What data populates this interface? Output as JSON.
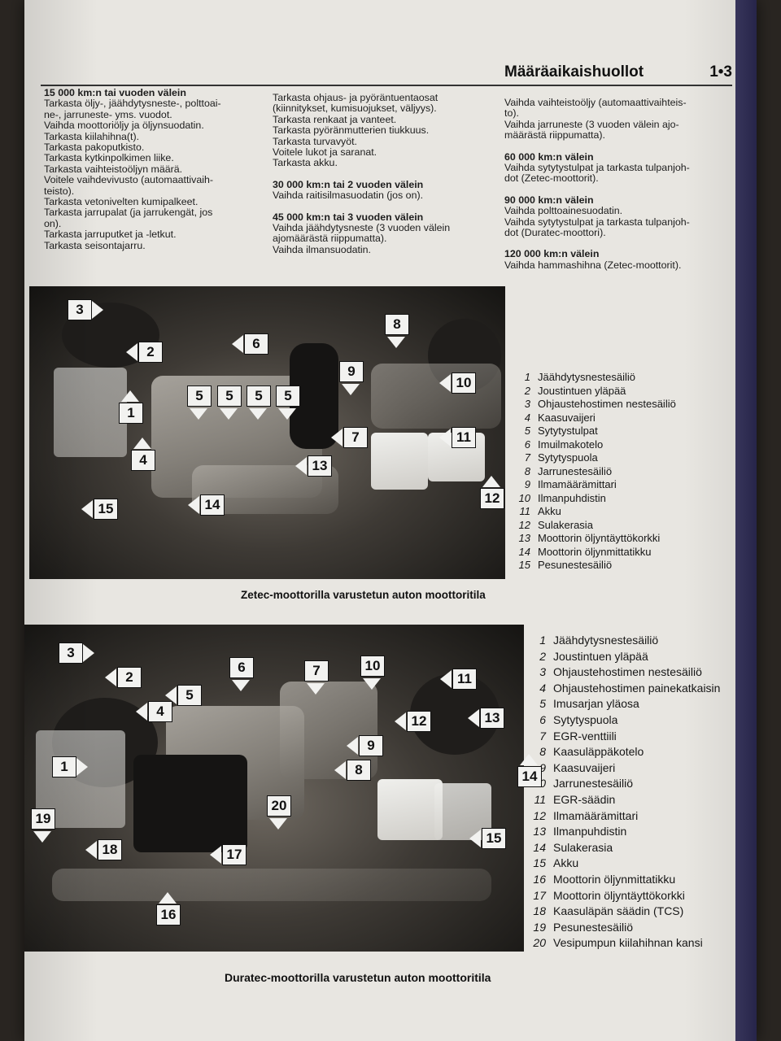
{
  "header": {
    "title": "Määräaikaishuollot",
    "page": "1•3"
  },
  "column1": [
    {
      "text": "15 000 km:n tai vuoden välein",
      "heading": true
    },
    {
      "text": "Tarkasta öljy-, jäähdytysneste-, polttoai-"
    },
    {
      "text": "ne-, jarruneste- yms. vuodot."
    },
    {
      "text": "Vaihda moottoriöljy ja öljynsuodatin."
    },
    {
      "text": "Tarkasta kiilahihna(t)."
    },
    {
      "text": "Tarkasta pakoputkisto."
    },
    {
      "text": "Tarkasta kytkinpolkimen liike."
    },
    {
      "text": "Tarkasta vaihteistoöljyn määrä."
    },
    {
      "text": "Voitele vaihdevivusto (automaattivaih-"
    },
    {
      "text": "teisto)."
    },
    {
      "text": "Tarkasta vetonivelten kumipalkeet."
    },
    {
      "text": "Tarkasta jarrupalat (ja jarrukengät, jos"
    },
    {
      "text": "on)."
    },
    {
      "text": "Tarkasta jarruputket ja -letkut."
    },
    {
      "text": "Tarkasta seisontajarru."
    }
  ],
  "column2": [
    {
      "text": "Tarkasta ohjaus- ja pyöräntuentaosat"
    },
    {
      "text": "(kiinnitykset, kumisuojukset, väljyys)."
    },
    {
      "text": "Tarkasta renkaat ja vanteet."
    },
    {
      "text": "Tarkasta pyöränmutterien tiukkuus."
    },
    {
      "text": "Tarkasta turvavyöt."
    },
    {
      "text": "Voitele lukot ja saranat."
    },
    {
      "text": "Tarkasta akku."
    },
    {
      "text": "",
      "gap": true
    },
    {
      "text": "30 000 km:n tai 2 vuoden välein",
      "heading": true
    },
    {
      "text": "Vaihda raitisilmasuodatin (jos on)."
    },
    {
      "text": "",
      "gap": true
    },
    {
      "text": "45 000 km:n tai 3 vuoden välein",
      "heading": true
    },
    {
      "text": "Vaihda jäähdytysneste (3 vuoden välein"
    },
    {
      "text": "ajomäärästä riippumatta)."
    },
    {
      "text": "Vaihda ilmansuodatin."
    }
  ],
  "column3": [
    {
      "text": "Vaihda vaihteistoöljy (automaattivaihteis-"
    },
    {
      "text": "to)."
    },
    {
      "text": "Vaihda jarruneste (3 vuoden välein ajo-"
    },
    {
      "text": "määrästä riippumatta)."
    },
    {
      "text": "",
      "gap": true
    },
    {
      "text": "60 000 km:n välein",
      "heading": true
    },
    {
      "text": "Vaihda sytytystulpat ja tarkasta tulpanjoh-"
    },
    {
      "text": "dot (Zetec-moottorit)."
    },
    {
      "text": "",
      "gap": true
    },
    {
      "text": "90 000 km:n välein",
      "heading": true
    },
    {
      "text": "Vaihda polttoainesuodatin."
    },
    {
      "text": "Vaihda sytytystulpat ja tarkasta tulpanjoh-"
    },
    {
      "text": "dot (Duratec-moottori)."
    },
    {
      "text": "",
      "gap": true
    },
    {
      "text": "120 000 km:n välein",
      "heading": true
    },
    {
      "text": "Vaihda hammashihna (Zetec-moottorit)."
    }
  ],
  "figure1": {
    "caption": "Zetec-moottorilla varustetun auton moottoritila",
    "legend": [
      {
        "num": "1",
        "label": "Jäähdytysnestesäiliö"
      },
      {
        "num": "2",
        "label": "Joustintuen yläpää"
      },
      {
        "num": "3",
        "label": "Ohjaustehostimen nestesäiliö"
      },
      {
        "num": "4",
        "label": "Kaasuvaijeri"
      },
      {
        "num": "5",
        "label": "Sytytystulpat"
      },
      {
        "num": "6",
        "label": "Imuilmakotelo"
      },
      {
        "num": "7",
        "label": "Sytytyspuola"
      },
      {
        "num": "8",
        "label": "Jarrunestesäiliö"
      },
      {
        "num": "9",
        "label": "Ilmamäärämittari"
      },
      {
        "num": "10",
        "label": "Ilmanpuhdistin"
      },
      {
        "num": "11",
        "label": "Akku"
      },
      {
        "num": "12",
        "label": "Sulakerasia"
      },
      {
        "num": "13",
        "label": "Moottorin öljyntäyttökorkki"
      },
      {
        "num": "14",
        "label": "Moottorin öljynmittatikku"
      },
      {
        "num": "15",
        "label": "Pesunestesäiliö"
      }
    ],
    "markers": [
      "3",
      "2",
      "6",
      "8",
      "9",
      "10",
      "1",
      "5",
      "5",
      "5",
      "5",
      "7",
      "11",
      "4",
      "13",
      "15",
      "14",
      "12"
    ]
  },
  "figure2": {
    "caption": "Duratec-moottorilla varustetun auton moottoritila",
    "legend": [
      {
        "num": "1",
        "label": "Jäähdytysnestesäiliö"
      },
      {
        "num": "2",
        "label": "Joustintuen yläpää"
      },
      {
        "num": "3",
        "label": "Ohjaustehostimen nestesäiliö"
      },
      {
        "num": "4",
        "label": "Ohjaustehostimen painekatkaisin"
      },
      {
        "num": "5",
        "label": "Imusarjan yläosa"
      },
      {
        "num": "6",
        "label": "Sytytyspuola"
      },
      {
        "num": "7",
        "label": "EGR-venttiili"
      },
      {
        "num": "8",
        "label": "Kaasuläppäkotelo"
      },
      {
        "num": "9",
        "label": "Kaasuvaijeri"
      },
      {
        "num": "10",
        "label": "Jarrunestesäiliö"
      },
      {
        "num": "11",
        "label": "EGR-säädin"
      },
      {
        "num": "12",
        "label": "Ilmamäärämittari"
      },
      {
        "num": "13",
        "label": "Ilmanpuhdistin"
      },
      {
        "num": "14",
        "label": "Sulakerasia"
      },
      {
        "num": "15",
        "label": "Akku"
      },
      {
        "num": "16",
        "label": "Moottorin öljynmittatikku"
      },
      {
        "num": "17",
        "label": "Moottorin öljyntäyttökorkki"
      },
      {
        "num": "18",
        "label": "Kaasuläpän säädin (TCS)"
      },
      {
        "num": "19",
        "label": "Pesunestesäiliö"
      },
      {
        "num": "20",
        "label": "Vesipumpun kiilahihnan kansi"
      }
    ],
    "markers": [
      "3",
      "2",
      "6",
      "7",
      "10",
      "11",
      "5",
      "4",
      "12",
      "13",
      "9",
      "1",
      "8",
      "14",
      "20",
      "19",
      "18",
      "17",
      "15",
      "16"
    ]
  }
}
